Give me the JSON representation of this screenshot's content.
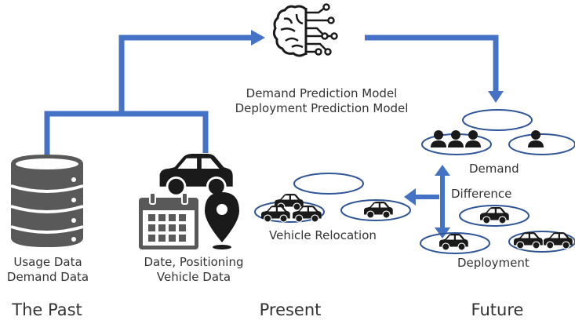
{
  "model": {
    "line1": "Demand Prediction Model",
    "line2": "Deployment Prediction Model"
  },
  "sources": {
    "usage_line1": "Usage Data",
    "usage_line2": "Demand Data",
    "vehicle_line1": "Date, Positioning",
    "vehicle_line2": "Vehicle Data"
  },
  "future": {
    "demand_label": "Demand",
    "difference_label": "Difference",
    "deployment_label": "Deployment"
  },
  "present": {
    "relocation_label": "Vehicle Relocation"
  },
  "timeline": {
    "past": "The Past",
    "present": "Present",
    "future": "Future"
  },
  "colors": {
    "flow_blue": "#4472c4",
    "ellipse_blue": "#2f5597",
    "icon_dark": "#1a1a1a",
    "icon_gray": "#595959"
  },
  "icons": {
    "brain": "brain-circuit-icon",
    "database": "database-icon",
    "car": "car-icon",
    "calendar": "calendar-icon",
    "map_pin": "map-pin-icon",
    "people": "person-icon"
  }
}
